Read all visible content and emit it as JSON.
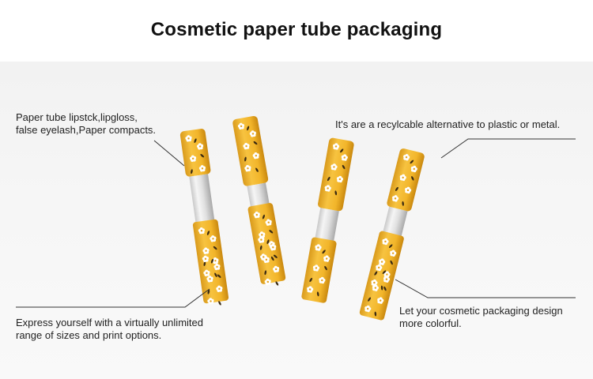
{
  "title": "Cosmetic paper tube packaging",
  "callouts": {
    "top_left": [
      "Paper tube lipstck,lipgloss,",
      "false eyelash,Paper compacts."
    ],
    "top_right": [
      "It's are a recylcable alternative to plastic or metal."
    ],
    "bottom_left": [
      "Express yourself with a virtually unlimited",
      "range of sizes and print options."
    ],
    "bottom_right": [
      "Let your cosmetic packaging design",
      "more colorful."
    ]
  },
  "colors": {
    "tube_yellow": "#f2b52a",
    "tube_shadow": "#d4951a",
    "flower_white": "#ffffff",
    "leaf_dark": "#3a2a12",
    "leader_line": "#333333"
  }
}
